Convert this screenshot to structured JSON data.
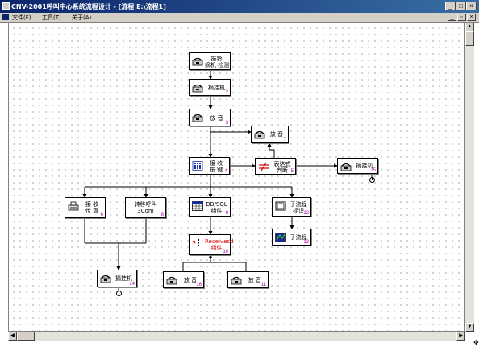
{
  "window": {
    "title": "CNV-2001呼叫中心系统流程设计 - [流程 E:\\流程1]",
    "buttons": [
      "_",
      "□",
      "×"
    ]
  },
  "menu": {
    "items": [
      "文件(F)",
      "工具(T)",
      "关于(A)"
    ],
    "mdi_buttons": [
      "_",
      "▫",
      "×"
    ]
  },
  "nodes": [
    {
      "id": "n1",
      "label": "振铃\n摘机 检测",
      "num": "1",
      "icon": "phone-icon"
    },
    {
      "id": "n2",
      "label": "摘挂机",
      "num": "2",
      "icon": "phone-icon"
    },
    {
      "id": "n3",
      "label": "放 音",
      "num": "3",
      "icon": "phone-icon"
    },
    {
      "id": "n4",
      "label": "放 音",
      "num": "7",
      "icon": "phone-icon"
    },
    {
      "id": "n5",
      "label": "接 收\n按 键",
      "num": "4",
      "icon": "keypad-icon"
    },
    {
      "id": "n6",
      "label": "表达式\n判断",
      "num": "5",
      "icon": "expression-icon"
    },
    {
      "id": "n7",
      "label": "摘挂机",
      "num": "15",
      "icon": "phone-icon"
    },
    {
      "id": "n8",
      "label": "接 收\n传 真",
      "num": "6",
      "icon": "fax-icon"
    },
    {
      "id": "n9",
      "label": "转移呼叫\n3Com",
      "num": "8",
      "icon": "none"
    },
    {
      "id": "n10",
      "label": "DB/SQL\n组件",
      "num": "9",
      "icon": "database-icon"
    },
    {
      "id": "n11",
      "label": "子流程\n标识",
      "num": "12",
      "icon": "subflow-marker-icon"
    },
    {
      "id": "n12",
      "label": "子流程",
      "num": "13",
      "icon": "subflow-icon"
    },
    {
      "id": "n13",
      "label": "Receivesd\n组件",
      "num": "10",
      "icon": "receive-component-icon"
    },
    {
      "id": "n14",
      "label": "摘挂机",
      "num": "14",
      "icon": "phone-icon"
    },
    {
      "id": "n15",
      "label": "放 音",
      "num": "16",
      "icon": "phone-icon"
    },
    {
      "id": "n16",
      "label": "放 音",
      "num": "11",
      "icon": "phone-icon"
    }
  ]
}
